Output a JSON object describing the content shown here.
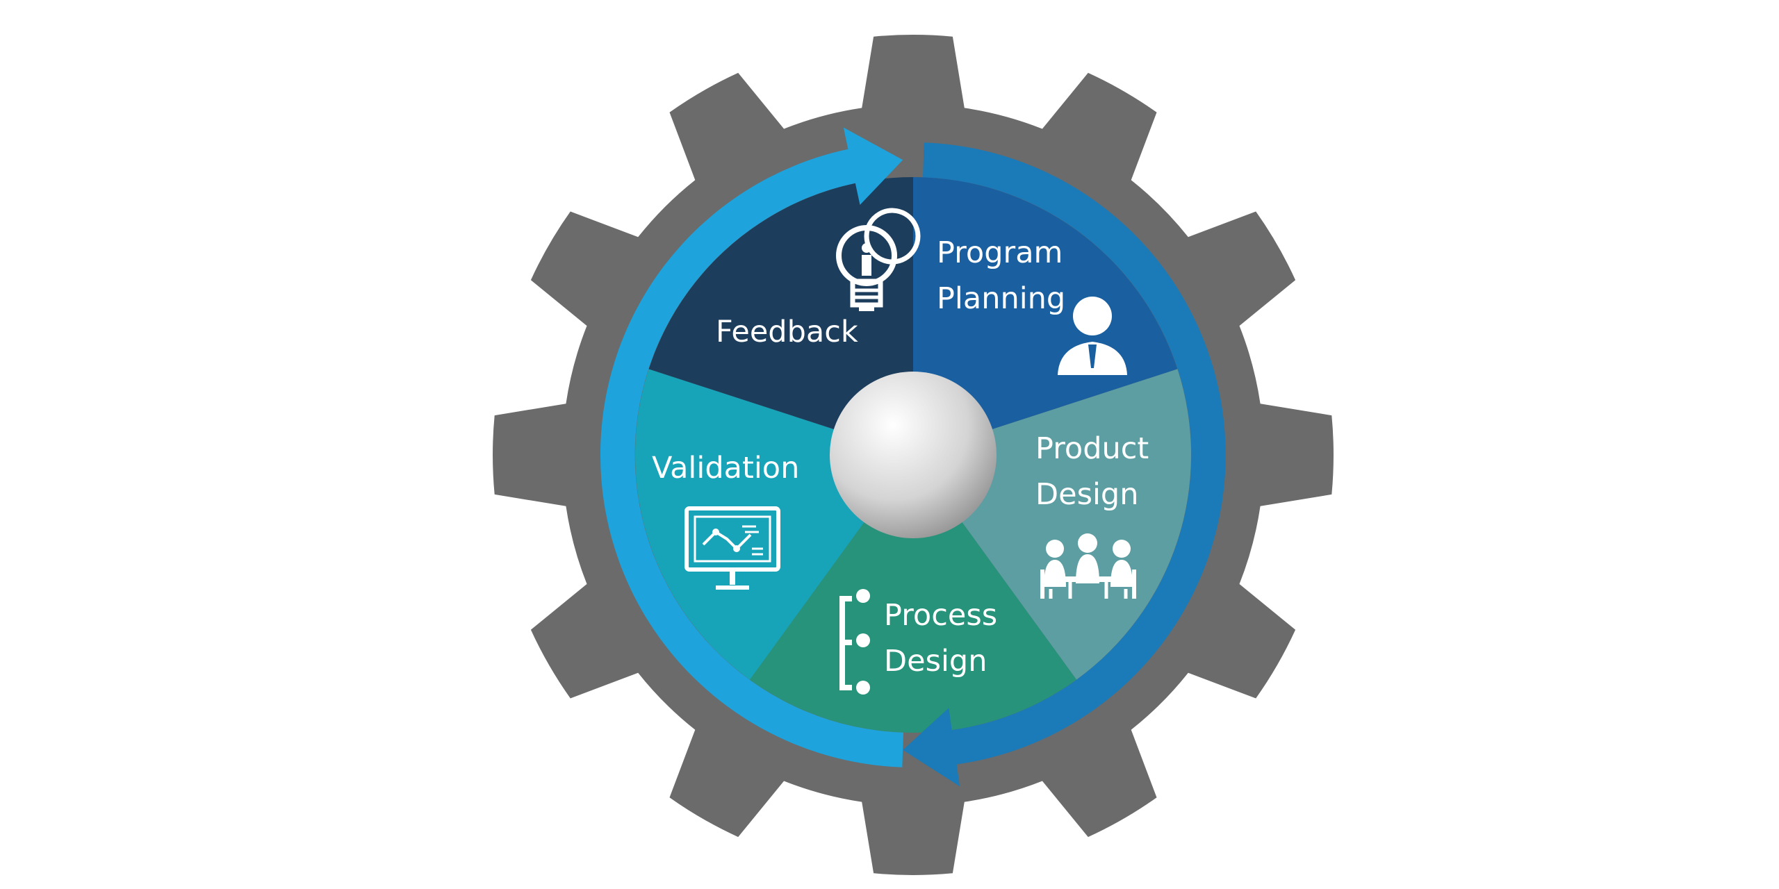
{
  "diagram": {
    "segments": [
      {
        "id": "program-planning",
        "lines": [
          "Program",
          "Planning"
        ],
        "icon": "businessman-icon",
        "color": "#1a5fa0"
      },
      {
        "id": "product-design",
        "lines": [
          "Product",
          "Design"
        ],
        "icon": "meeting-people-icon",
        "color": "#5d9ea3"
      },
      {
        "id": "process-design",
        "lines": [
          "Process",
          "Design"
        ],
        "icon": "process-tree-icon",
        "color": "#27937a"
      },
      {
        "id": "validation",
        "lines": [
          "Validation"
        ],
        "icon": "monitor-chart-icon",
        "color": "#17a4b8"
      },
      {
        "id": "feedback",
        "lines": [
          "Feedback"
        ],
        "icon": "lightbulb-icon",
        "color": "#1c3d5c"
      }
    ],
    "colors": {
      "gear": "#6b6b6b",
      "arrow_light": "#1ea3dc",
      "arrow_dark": "#1b7ab8",
      "hub": "#d9d9d9"
    }
  }
}
